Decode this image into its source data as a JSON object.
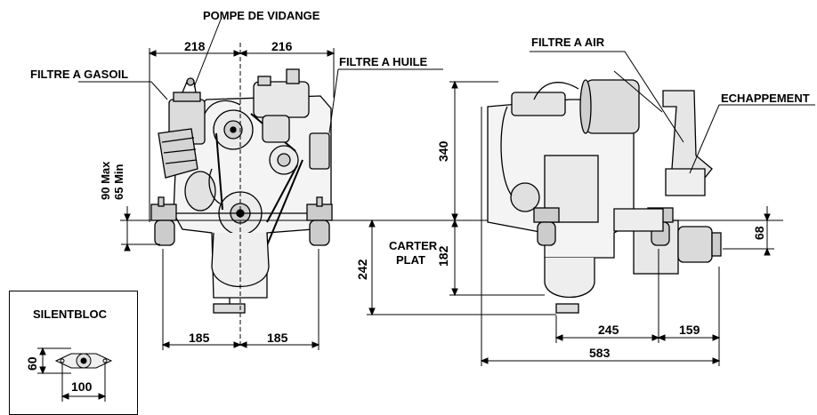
{
  "labels": {
    "pompe_de_vidange": "POMPE DE VIDANGE",
    "filtre_a_gasoil": "FILTRE A GASOIL",
    "filtre_a_huile": "FILTRE A HUILE",
    "filtre_a_air": "FILTRE A AIR",
    "echappement": "ECHAPPEMENT",
    "silentbloc": "SILENTBLOC",
    "carter": "CARTER",
    "plat": "PLAT",
    "max_label": "90 Max",
    "min_label": "65 Min"
  },
  "dimensions": {
    "front_top_left": "218",
    "front_top_right": "216",
    "front_bottom_left": "185",
    "front_bottom_right": "185",
    "side_height_upper": "340",
    "side_height_lower": "182",
    "carter_depth": "242",
    "side_base_mid": "245",
    "side_base_right": "159",
    "side_total_length": "583",
    "flange_height": "68",
    "silentbloc_height": "60",
    "silentbloc_width": "100"
  }
}
